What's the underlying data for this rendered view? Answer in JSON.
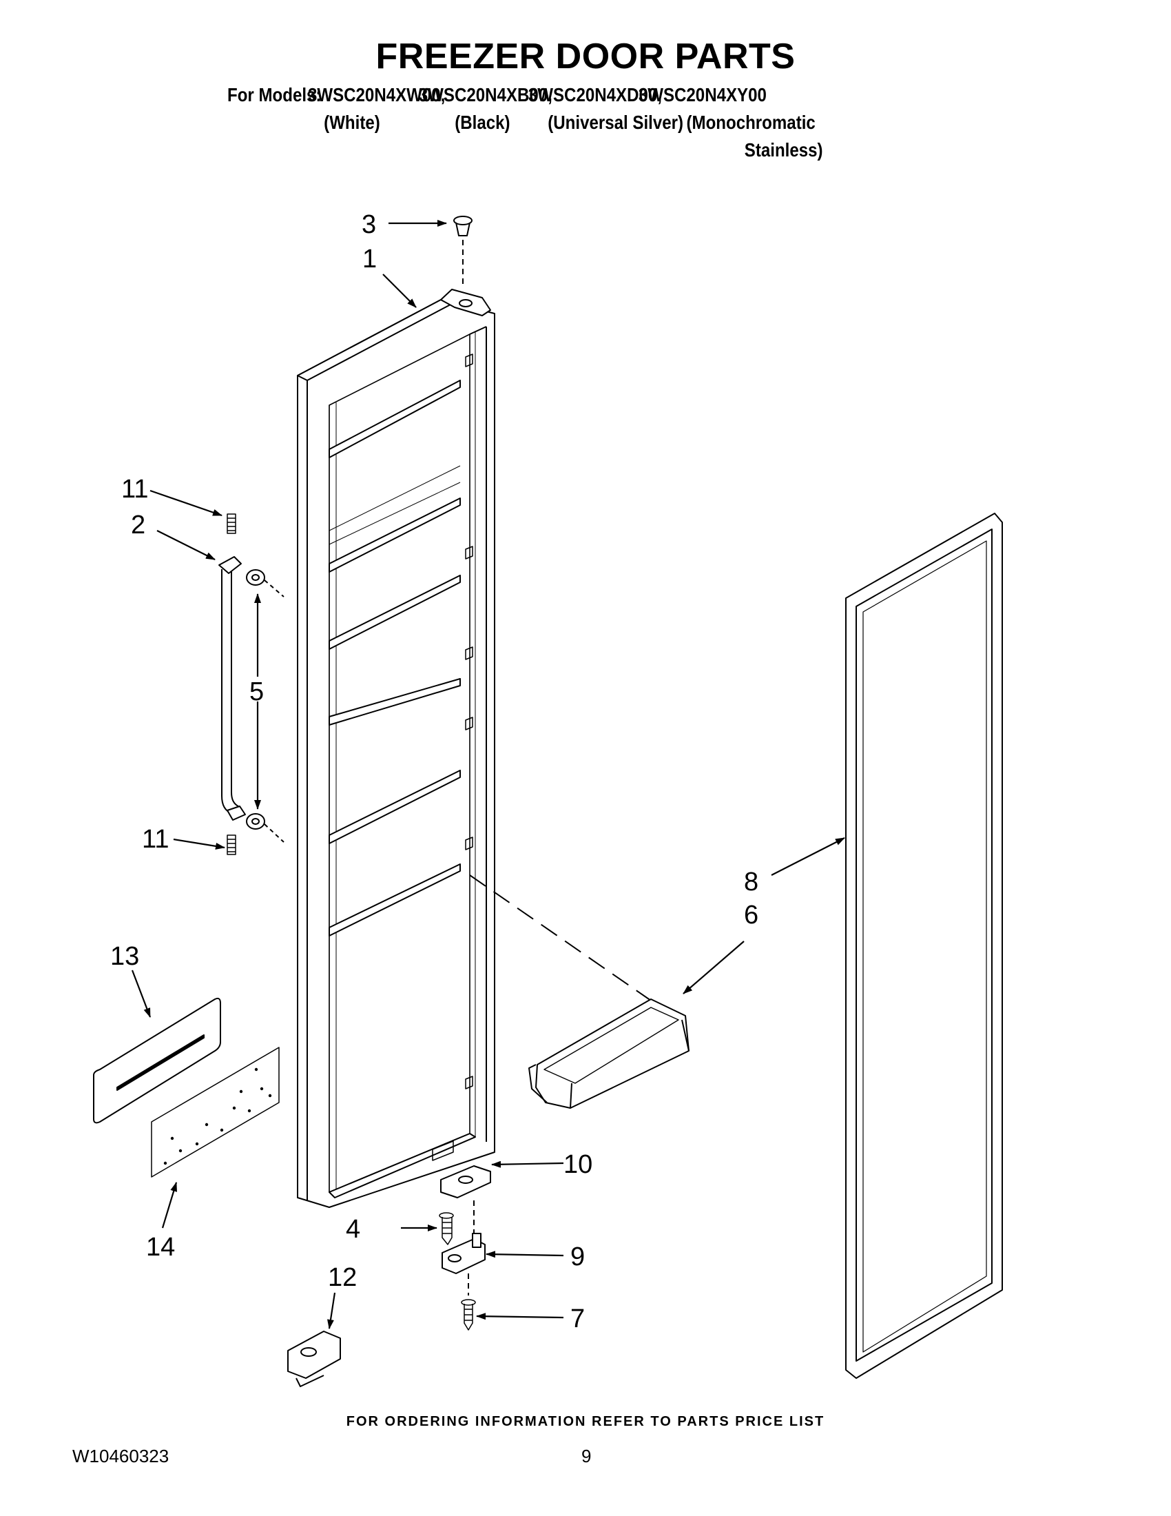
{
  "title": "FREEZER DOOR PARTS",
  "models": {
    "prefix": "For Models:",
    "list": [
      "3WSC20N4XW00,",
      "3WSC20N4XB00,",
      "3WSC20N4XD00,",
      "3WSC20N4XY00"
    ],
    "finishes": [
      "(White)",
      "(Black)",
      "(Universal Silver)",
      "(Monochromatic",
      "Stainless)"
    ]
  },
  "callouts": [
    "1",
    "2",
    "3",
    "4",
    "5",
    "6",
    "7",
    "8",
    "9",
    "10",
    "11",
    "11",
    "12",
    "13",
    "14"
  ],
  "footer": {
    "ordering_note": "FOR ORDERING INFORMATION REFER TO PARTS PRICE LIST",
    "document_number": "W10460323",
    "page_number": "9"
  }
}
